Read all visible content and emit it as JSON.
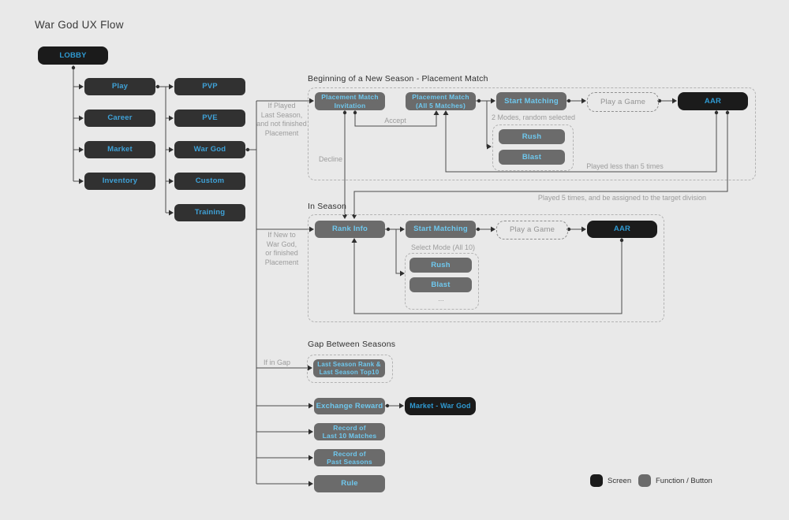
{
  "title": "War God UX Flow",
  "colors": {
    "background": "#e9e9e9",
    "screen_box": "#1b1b1b",
    "nav_box": "#313131",
    "function_box": "#6b6b6b",
    "accent_blue_dark": "#2f9ad2",
    "accent_blue_light": "#6fc8ee",
    "edge_label": "#9c9c9c",
    "wire": "#4a4a4a"
  },
  "nav": {
    "lobby": "LOBBY",
    "column1": [
      "Play",
      "Career",
      "Market",
      "Inventory"
    ],
    "column2": [
      "PVP",
      "PVE",
      "War God",
      "Custom",
      "Training"
    ]
  },
  "placement": {
    "heading": "Beginning of a New Season - Placement Match",
    "invitation": "Placement Match\nInvitation",
    "all_five": "Placement Match\n(All 5 Matches)",
    "start_matching": "Start Matching",
    "play_a_game": "Play a Game",
    "aar": "AAR",
    "modes_note": "2 Modes, random selected",
    "rush": "Rush",
    "blast": "Blast",
    "accept": "Accept",
    "decline": "Decline",
    "if_played": "If Played\nLast Season,\nand not finished\nPlacement",
    "less_than_5": "Played less than 5 times",
    "played_5": "Played 5 times, and be assigned to the target division"
  },
  "in_season": {
    "heading": "In Season",
    "rank_info": "Rank Info",
    "start_matching": "Start Matching",
    "play_a_game": "Play a Game",
    "aar": "AAR",
    "select_mode": "Select Mode (All 10)",
    "rush": "Rush",
    "blast": "Blast",
    "more": "...",
    "if_new": "If New to\nWar God,\nor finished\nPlacement"
  },
  "gap": {
    "heading": "Gap Between Seasons",
    "last_season": "Last Season Rank &\nLast Season Top10",
    "if_in_gap": "If in Gap"
  },
  "extras": {
    "exchange_reward": "Exchange Reward",
    "market_war_god": "Market - War God",
    "record_10": "Record of\nLast 10 Matches",
    "record_past": "Record of\nPast Seasons",
    "rule": "Rule"
  },
  "legend": {
    "screen": "Screen",
    "function": "Function / Button"
  }
}
